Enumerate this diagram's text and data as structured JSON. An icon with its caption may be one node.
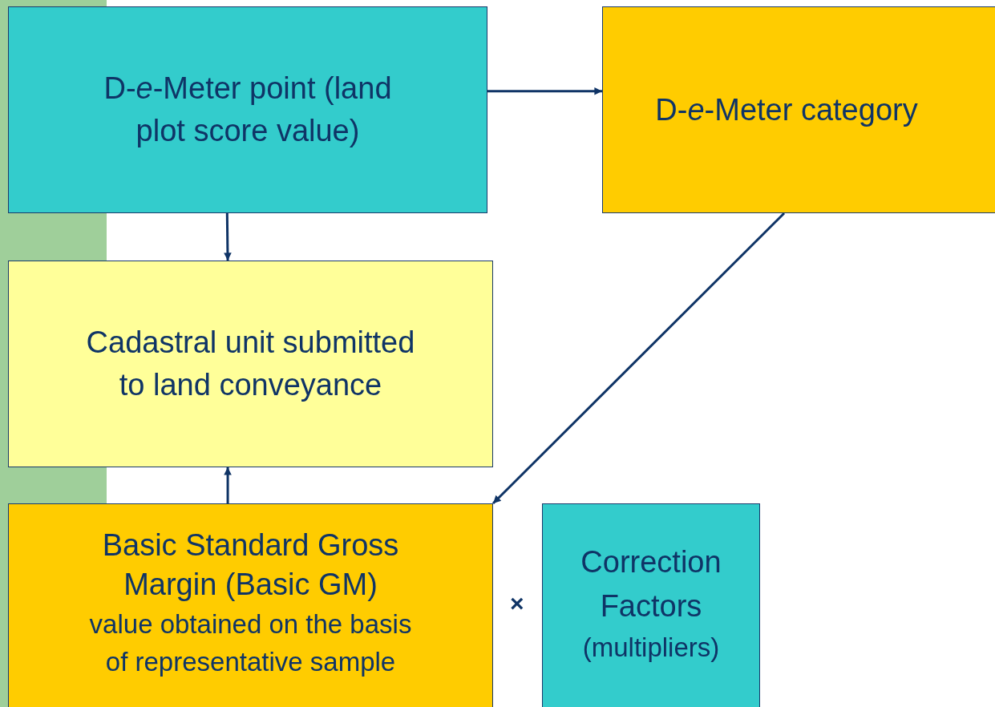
{
  "diagram": {
    "nodes": [
      {
        "text": [
          "D-*e*-Meter point (land plot score value)"
        ]
      },
      {
        "text": [
          "D-*e*-Meter category"
        ]
      },
      {
        "text": [
          "Cadastral unit submitted to land conveyance"
        ]
      },
      {
        "text": [
          "Basic Standard Gross Margin (Basic GM)",
          "value obtained on the basis of representative sample"
        ]
      },
      {
        "text": [
          "Correction Factors",
          "(multipliers)"
        ]
      }
    ],
    "edges": [
      {
        "from": 0,
        "to": 1,
        "arrow": "to"
      },
      {
        "from": 0,
        "to": 2,
        "arrow": "to"
      },
      {
        "from": 3,
        "to": 2,
        "arrow": "to"
      },
      {
        "from": 1,
        "to": 3,
        "arrow": "to"
      }
    ],
    "labels": [
      "×"
    ]
  }
}
